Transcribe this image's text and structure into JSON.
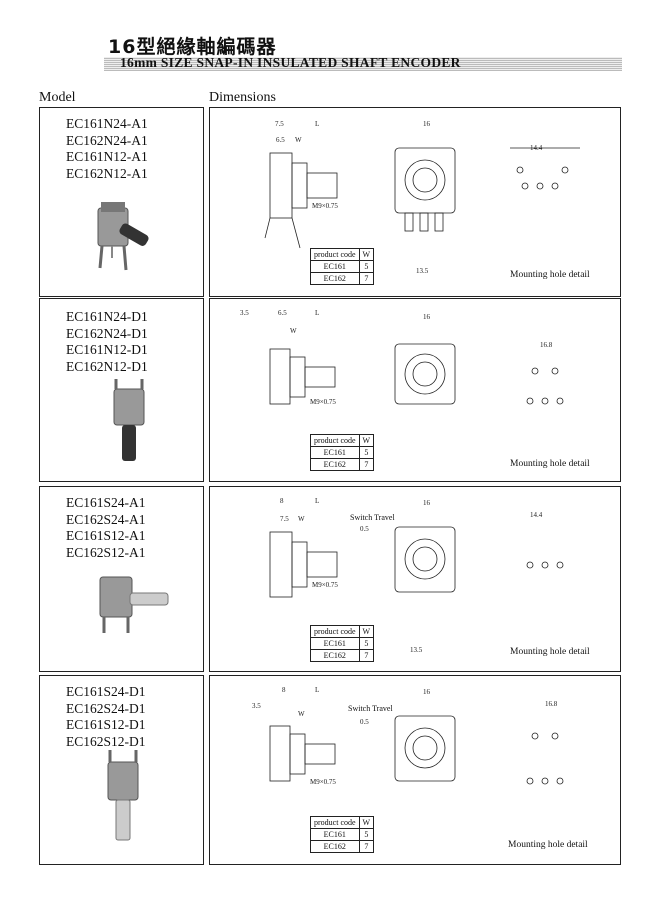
{
  "header": {
    "title": "16型絕緣軸編碼器",
    "subtitle": "16mm SIZE SNAP-IN INSULATED SHAFT ENCODER",
    "col_model": "Model",
    "col_dimensions": "Dimensions"
  },
  "rows": [
    {
      "models": [
        "EC161N24-A1",
        "EC162N24-A1",
        "EC161N12-A1",
        "EC162N12-A1"
      ],
      "table": {
        "head": [
          "product code",
          "W"
        ],
        "rows": [
          [
            "EC161",
            "5"
          ],
          [
            "EC162",
            "7"
          ]
        ]
      },
      "hole_label": "Mounting hole detail"
    },
    {
      "models": [
        "EC161N24-D1",
        "EC162N24-D1",
        "EC161N12-D1",
        "EC162N12-D1"
      ],
      "table": {
        "head": [
          "product code",
          "W"
        ],
        "rows": [
          [
            "EC161",
            "5"
          ],
          [
            "EC162",
            "7"
          ]
        ]
      },
      "hole_label": "Mounting hole detail"
    },
    {
      "models": [
        "EC161S24-A1",
        "EC162S24-A1",
        "EC161S12-A1",
        "EC162S12-A1"
      ],
      "table": {
        "head": [
          "product code",
          "W"
        ],
        "rows": [
          [
            "EC161",
            "5"
          ],
          [
            "EC162",
            "7"
          ]
        ]
      },
      "hole_label": "Mounting hole detail",
      "switch_label": "Switch Travel"
    },
    {
      "models": [
        "EC161S24-D1",
        "EC162S24-D1",
        "EC161S12-D1",
        "EC162S12-D1"
      ],
      "table": {
        "head": [
          "product code",
          "W"
        ],
        "rows": [
          [
            "EC161",
            "5"
          ],
          [
            "EC162",
            "7"
          ]
        ]
      },
      "hole_label": "Mounting hole detail",
      "switch_label": "Switch Travel"
    }
  ]
}
